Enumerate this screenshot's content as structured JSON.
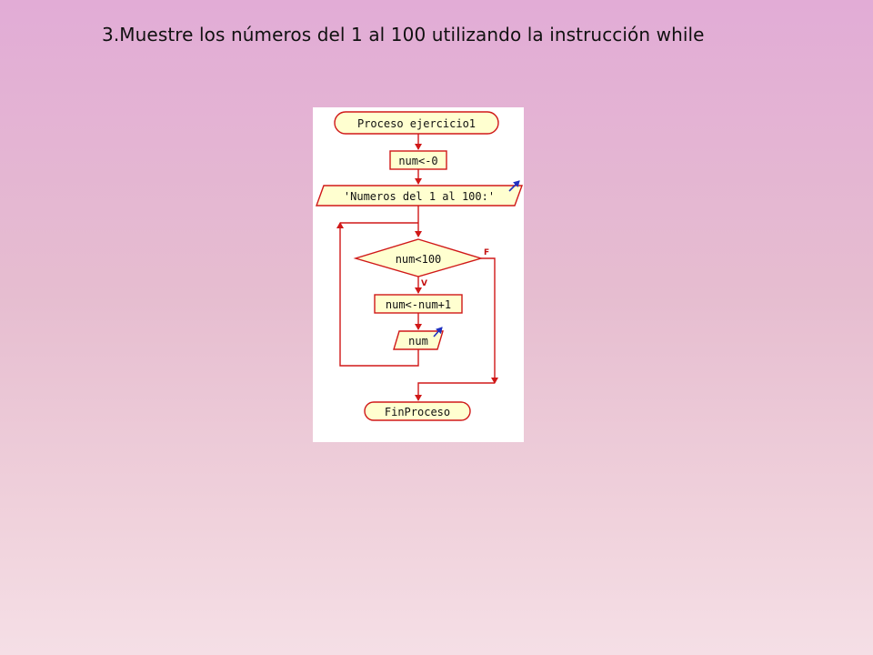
{
  "slide": {
    "title": "3.Muestre los números del 1 al 100 utilizando la instrucción while"
  },
  "diagram": {
    "nodes": {
      "start": {
        "prefix": "Proceso ",
        "name": "ejercicio1"
      },
      "init": {
        "text": "num<-0"
      },
      "output_header": {
        "text": "'Numeros del 1 al 100:'"
      },
      "condition": {
        "text": "num<100"
      },
      "increment": {
        "text": "num<-num+1"
      },
      "output_num": {
        "text": "num"
      },
      "end": {
        "text": "FinProceso"
      }
    },
    "labels": {
      "true": "V",
      "false": "F"
    }
  },
  "colors": {
    "line": "#d01818",
    "node_fill": "#ffffd0",
    "node_border": "#d01818",
    "output_arrow": "#2030c0"
  }
}
